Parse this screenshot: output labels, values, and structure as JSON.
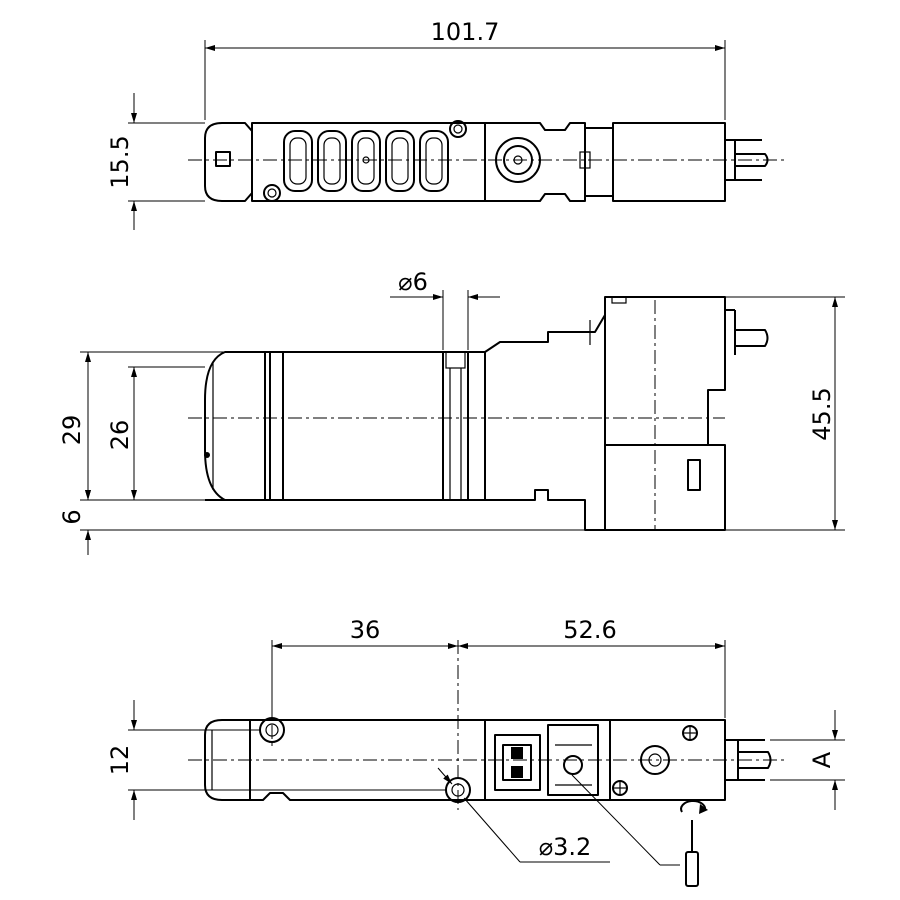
{
  "dimensions": {
    "top_length": "101.7",
    "top_height": "15.5",
    "port_diameter": "⌀6",
    "height_29": "29",
    "height_26": "26",
    "offset_6": "6",
    "total_height": "45.5",
    "spacing_36": "36",
    "spacing_52_6": "52.6",
    "height_12": "12",
    "label_a": "A",
    "hole_diameter": "⌀3.2"
  }
}
